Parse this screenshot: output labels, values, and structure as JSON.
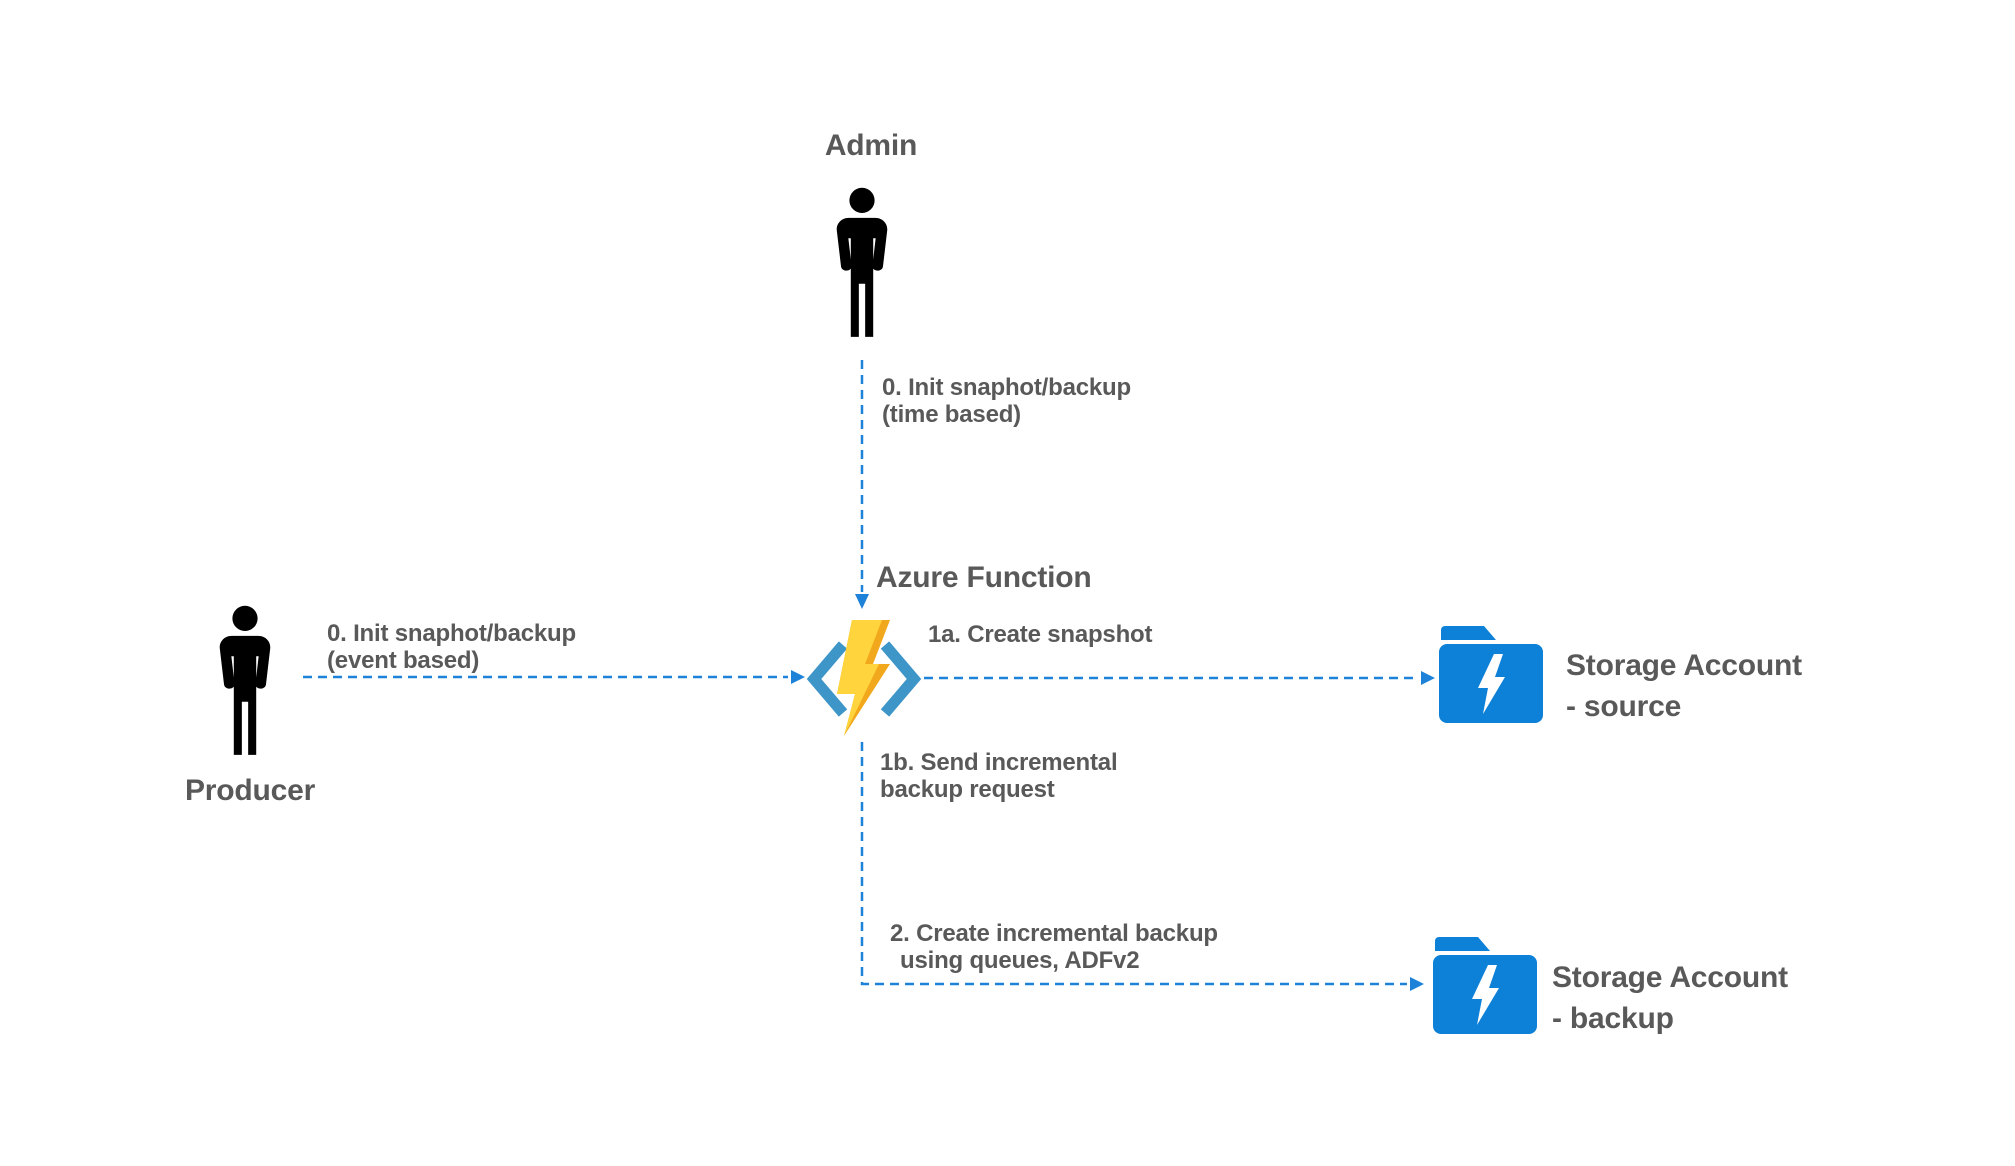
{
  "colors": {
    "arrow_blue": "#1e82d8",
    "folder_blue": "#0d80d8",
    "bracket_blue": "#3e95c8",
    "bolt_yellow": "#ffd43c",
    "bolt_orange": "#f2a81c",
    "label_gray": "#595959",
    "person_black": "#000000",
    "background": "#ffffff"
  },
  "nodes": {
    "admin": {
      "label": "Admin",
      "icon": "person-icon"
    },
    "producer": {
      "label": "Producer",
      "icon": "person-icon"
    },
    "azure_function": {
      "label": "Azure Function",
      "icon": "azure-function-icon"
    },
    "storage_source": {
      "line1": "Storage Account",
      "line2": "- source",
      "icon": "storage-folder-icon"
    },
    "storage_backup": {
      "line1": "Storage Account",
      "line2": "- backup",
      "icon": "storage-folder-icon"
    }
  },
  "edges": {
    "admin_to_function": {
      "line1": "0. Init snaphot/backup",
      "line2": "(time based)"
    },
    "producer_to_function": {
      "line1": "0. Init snaphot/backup",
      "line2": "(event based)"
    },
    "function_to_source": {
      "label": "1a. Create snapshot"
    },
    "function_send_request": {
      "line1": "1b. Send incremental",
      "line2": "backup request"
    },
    "function_to_backup": {
      "line1": "2. Create incremental backup",
      "line2": "using queues, ADFv2"
    }
  }
}
